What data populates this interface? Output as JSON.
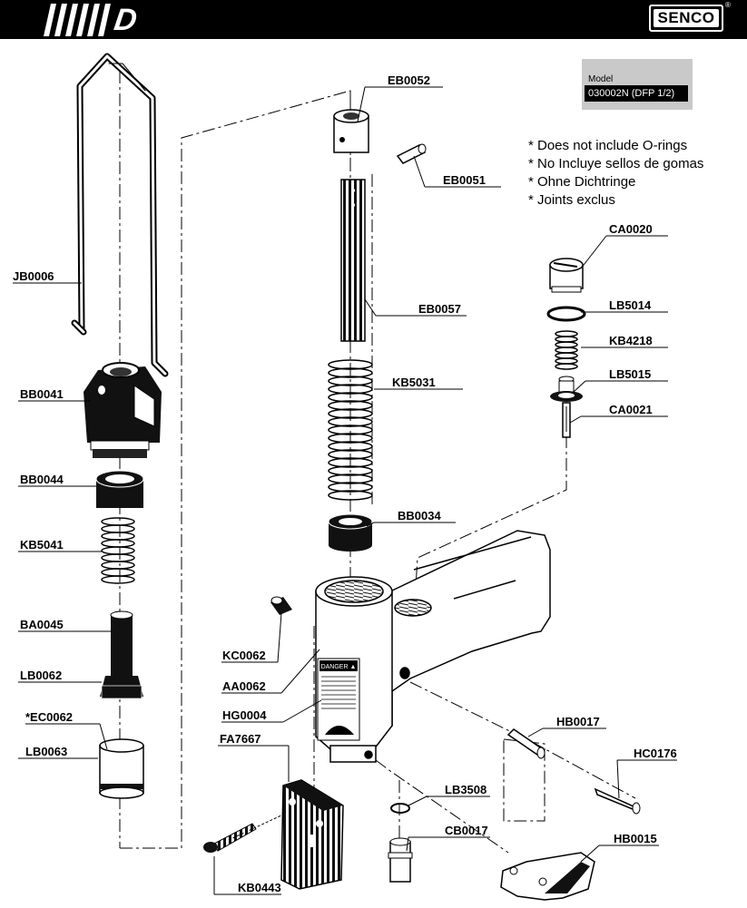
{
  "header": {
    "section_letter": "D",
    "brand": "SENCO",
    "brand_mark": "®"
  },
  "model": {
    "label": "Model",
    "value": "030002N (DFP 1/2)"
  },
  "notes": [
    "* Does not include O-rings",
    "* No Incluye sellos de gomas",
    "* Ohne Dichtringe",
    "* Joints exclus"
  ],
  "parts": {
    "EB0052": "EB0052",
    "EB0051": "EB0051",
    "CA0020": "CA0020",
    "LB5014": "LB5014",
    "KB4218": "KB4218",
    "LB5015": "LB5015",
    "CA0021": "CA0021",
    "JB0006": "JB0006",
    "EB0057": "EB0057",
    "KB5031": "KB5031",
    "BB0041": "BB0041",
    "BB0044": "BB0044",
    "BB0034": "BB0034",
    "KB5041": "KB5041",
    "BA0045": "BA0045",
    "KC0062": "KC0062",
    "AA0062": "AA0062",
    "LB0062": "LB0062",
    "HG0004": "HG0004",
    "EC0062": "*EC0062",
    "HB0017": "HB0017",
    "FA7667": "FA7667",
    "LB0063": "LB0063",
    "HC0176": "HC0176",
    "LB3508": "LB3508",
    "CB0017": "CB0017",
    "HB0015": "HB0015",
    "KB0443": "KB0443"
  },
  "decal": {
    "text": "DANGER ▲"
  }
}
